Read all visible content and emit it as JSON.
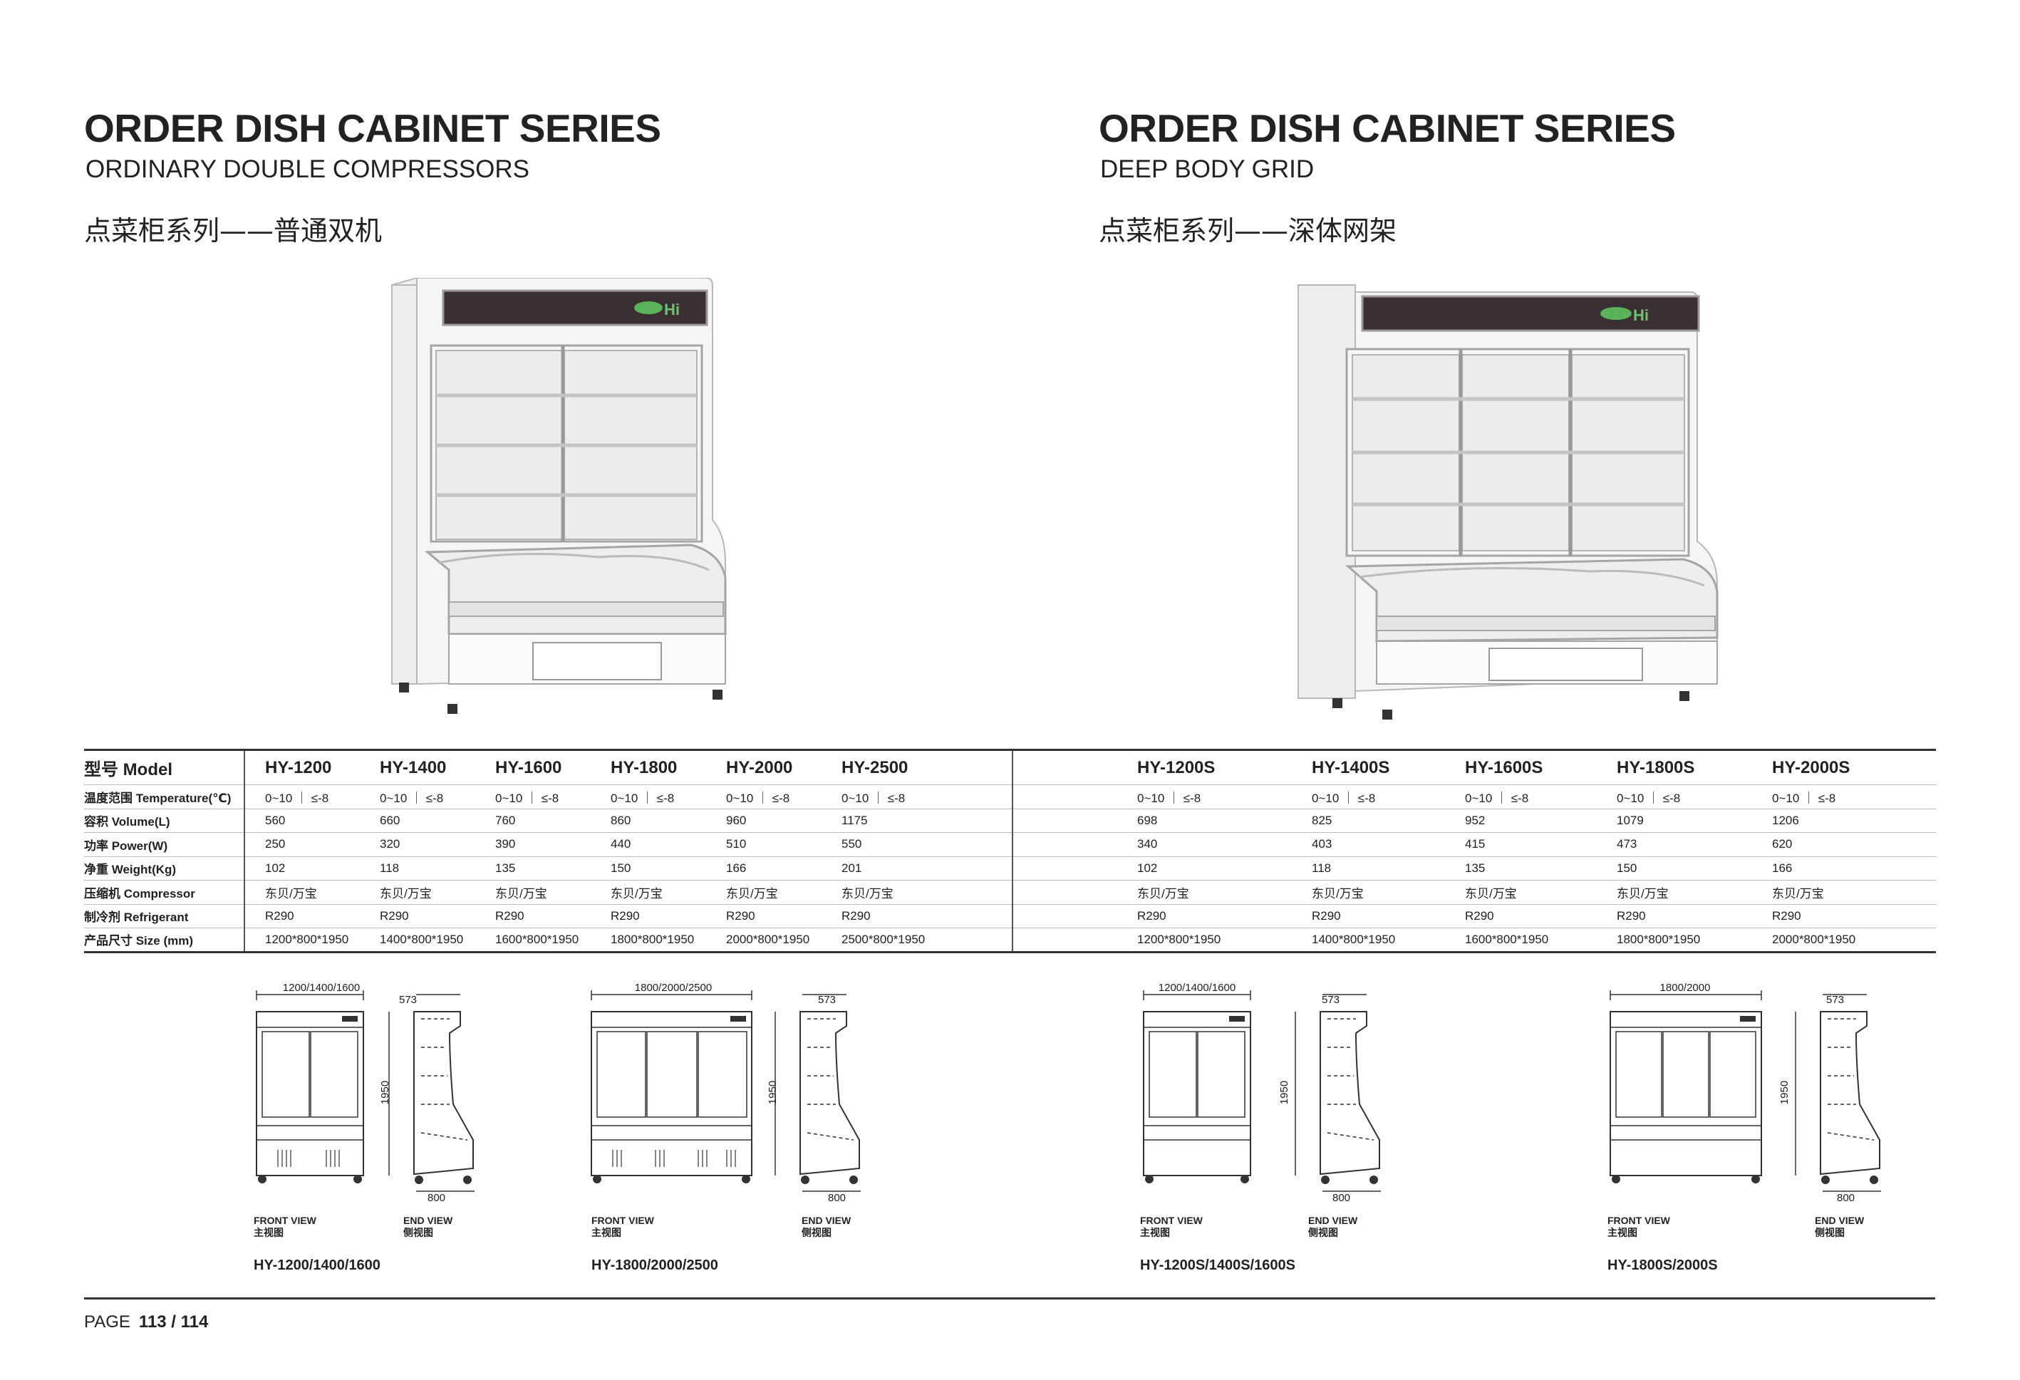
{
  "left": {
    "title": "ORDER DISH CABINET SERIES",
    "subtitle": "ORDINARY DOUBLE COMPRESSORS",
    "cn_title": "点菜柜系列——普通双机"
  },
  "right": {
    "title": "ORDER DISH CABINET SERIES",
    "subtitle": "DEEP BODY GRID",
    "cn_title": "点菜柜系列——深体网架"
  },
  "table": {
    "model_label": "型号 Model",
    "row_labels": [
      "温度范围 Temperature(℃)",
      "容积 Volume(L)",
      "功率 Power(W)",
      "净重 Weight(Kg)",
      "压缩机 Compressor",
      "制冷剂 Refrigerant",
      "产品尺寸 Size (mm)"
    ],
    "left_models": [
      {
        "name": "HY-1200",
        "values": [
          "0~10 ｜ ≤-8",
          "560",
          "250",
          "102",
          "东贝/万宝",
          "R290",
          "1200*800*1950"
        ]
      },
      {
        "name": "HY-1400",
        "values": [
          "0~10 ｜ ≤-8",
          "660",
          "320",
          "118",
          "东贝/万宝",
          "R290",
          "1400*800*1950"
        ]
      },
      {
        "name": "HY-1600",
        "values": [
          "0~10 ｜ ≤-8",
          "760",
          "390",
          "135",
          "东贝/万宝",
          "R290",
          "1600*800*1950"
        ]
      },
      {
        "name": "HY-1800",
        "values": [
          "0~10 ｜ ≤-8",
          "860",
          "440",
          "150",
          "东贝/万宝",
          "R290",
          "1800*800*1950"
        ]
      },
      {
        "name": "HY-2000",
        "values": [
          "0~10 ｜ ≤-8",
          "960",
          "510",
          "166",
          "东贝/万宝",
          "R290",
          "2000*800*1950"
        ]
      },
      {
        "name": "HY-2500",
        "values": [
          "0~10 ｜ ≤-8",
          "1175",
          "550",
          "201",
          "东贝/万宝",
          "R290",
          "2500*800*1950"
        ]
      }
    ],
    "right_models": [
      {
        "name": "HY-1200S",
        "values": [
          "0~10 ｜ ≤-8",
          "698",
          "340",
          "102",
          "东贝/万宝",
          "R290",
          "1200*800*1950"
        ]
      },
      {
        "name": "HY-1400S",
        "values": [
          "0~10 ｜ ≤-8",
          "825",
          "403",
          "118",
          "东贝/万宝",
          "R290",
          "1400*800*1950"
        ]
      },
      {
        "name": "HY-1600S",
        "values": [
          "0~10 ｜ ≤-8",
          "952",
          "415",
          "135",
          "东贝/万宝",
          "R290",
          "1600*800*1950"
        ]
      },
      {
        "name": "HY-1800S",
        "values": [
          "0~10 ｜ ≤-8",
          "1079",
          "473",
          "150",
          "东贝/万宝",
          "R290",
          "1800*800*1950"
        ]
      },
      {
        "name": "HY-2000S",
        "values": [
          "0~10 ｜ ≤-8",
          "1206",
          "620",
          "166",
          "东贝/万宝",
          "R290",
          "2000*800*1950"
        ]
      }
    ]
  },
  "drawings": {
    "front_view": "FRONT VIEW",
    "front_view_cn": "主视图",
    "end_view": "END VIEW",
    "end_view_cn": "侧视图",
    "dim_height": "1950",
    "dim_depth_top": "573",
    "dim_depth_bottom": "800",
    "groups": [
      {
        "width_label": "1200/1400/1600",
        "model_label": "HY-1200/1400/1600"
      },
      {
        "width_label": "1800/2000/2500",
        "model_label": "HY-1800/2000/2500"
      },
      {
        "width_label": "1200/1400/1600",
        "model_label": "HY-1200S/1400S/1600S"
      },
      {
        "width_label": "1800/2000",
        "model_label": "HY-1800S/2000S"
      }
    ]
  },
  "footer": {
    "page_label": "PAGE",
    "page_number": "113 / 114"
  },
  "colors": {
    "rule": "#333333",
    "grid": "#bdbdbd",
    "text": "#222222",
    "cabinet_body": "#f4f4f4",
    "sign_panel": "#3a3034"
  }
}
